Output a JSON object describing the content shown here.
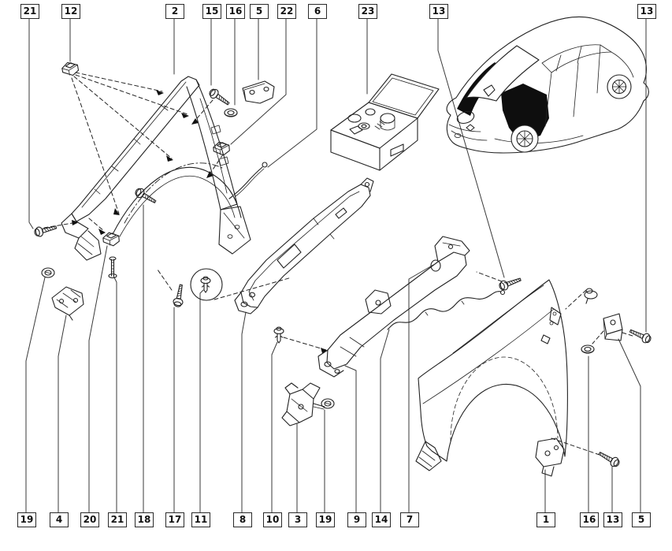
{
  "diagram": {
    "kind": "exploded-parts-diagram",
    "background": "#ffffff",
    "line_color": "#222222"
  },
  "highlight": {
    "part_number": "11",
    "color": "#cc2027"
  },
  "callouts": {
    "top": [
      "21",
      "12",
      "2",
      "15",
      "16",
      "5",
      "22",
      "6",
      "23",
      "13",
      "13"
    ],
    "bottom": [
      "19",
      "4",
      "20",
      "21",
      "18",
      "17",
      "11",
      "8",
      "10",
      "3",
      "19",
      "9",
      "14",
      "7",
      "1",
      "16",
      "13",
      "5"
    ]
  }
}
